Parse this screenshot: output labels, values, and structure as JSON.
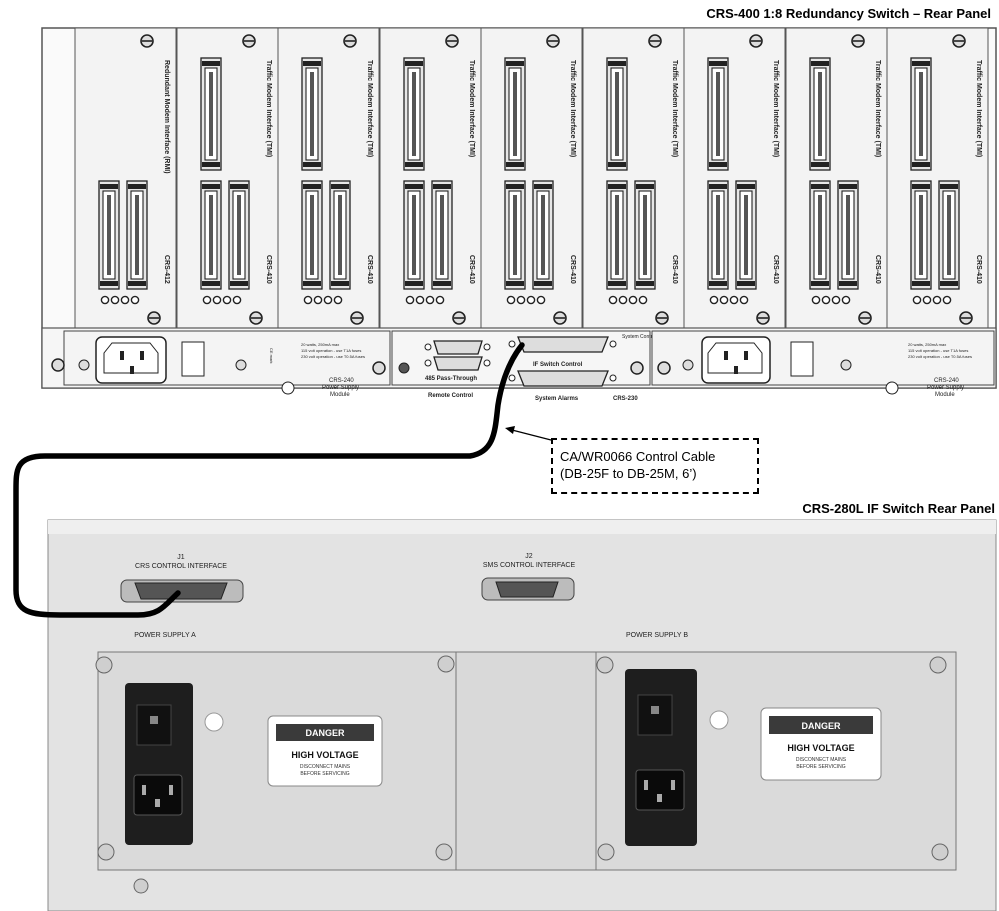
{
  "top_panel": {
    "title": "CRS-400 1:8 Redundancy Switch – Rear Panel",
    "rmi_card": {
      "name": "Redundant Modem Interface (RMI)",
      "model": "CRS-412"
    },
    "tmi_card": {
      "name": "Traffic Modem Interface (TMI)",
      "model": "CRS-410"
    },
    "tmi_count": 8,
    "psu_left": {
      "label_line1": "CRS-240",
      "label_line2": "Power Supply",
      "label_line3": "Module"
    },
    "psu_right": {
      "label_line1": "CRS-240",
      "label_line2": "Power Supply",
      "label_line3": "Module"
    },
    "controller": {
      "model": "CRS-230",
      "port_485": "485 Pass-Through",
      "port_remote": "Remote Control",
      "port_if_switch": "IF Switch Control",
      "port_alarms": "System Alarms",
      "tag": "System Controller"
    }
  },
  "callout": {
    "line1": "CA/WR0066 Control Cable",
    "line2": "(DB-25F to DB-25M, 6’)"
  },
  "bottom_panel": {
    "title": "CRS-280L IF Switch Rear Panel",
    "j1_id": "J1",
    "j1_label": "CRS CONTROL INTERFACE",
    "j2_id": "J2",
    "j2_label": "SMS CONTROL INTERFACE",
    "psu_a": "POWER SUPPLY A",
    "psu_b": "POWER SUPPLY B",
    "danger_title": "DANGER",
    "danger_main": "HIGH VOLTAGE",
    "danger_sub1": "DISCONNECT MAINS",
    "danger_sub2": "BEFORE SERVICING"
  },
  "colors": {
    "cable": "#000000",
    "metal": "#d9d9d9",
    "card": "#f1f1f1"
  }
}
